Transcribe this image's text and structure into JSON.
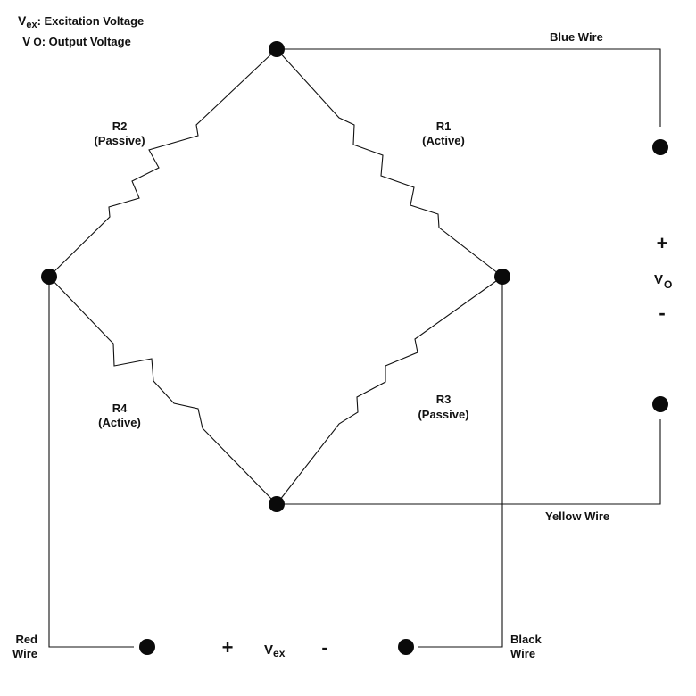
{
  "legend": {
    "vex_symbol": "V",
    "vex_sub": "ex",
    "vex_desc": ": Excitation Voltage",
    "vo_symbol": "V",
    "vo_sub": "O",
    "vo_desc": ": Output Voltage"
  },
  "resistors": {
    "r1": {
      "name": "R1",
      "type": "(Active)"
    },
    "r2": {
      "name": "R2",
      "type": "(Passive)"
    },
    "r3": {
      "name": "R3",
      "type": "(Passive)"
    },
    "r4": {
      "name": "R4",
      "type": "(Active)"
    }
  },
  "wires": {
    "blue": "Blue Wire",
    "yellow": "Yellow Wire",
    "red_line1": "Red",
    "red_line2": "Wire",
    "black_line1": "Black",
    "black_line2": "Wire"
  },
  "output": {
    "plus": "+",
    "symbol": "V",
    "sub": "O",
    "minus": "-"
  },
  "excitation": {
    "plus": "+",
    "symbol": "V",
    "sub": "ex",
    "minus": "-"
  },
  "colors": {
    "line": "#111111",
    "node": "#0a0a0a",
    "background": "#ffffff"
  }
}
